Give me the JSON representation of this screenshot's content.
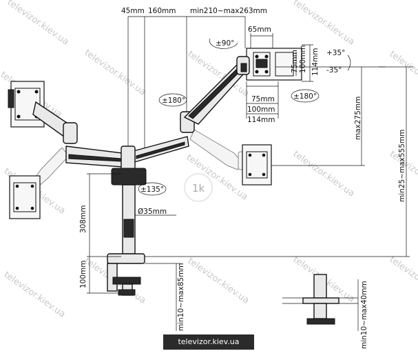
{
  "dimensions": {
    "d45": "45mm",
    "d160": "160mm",
    "dreach": "min210~max263mm",
    "d65": "65mm",
    "d75h": "75mm",
    "d100h": "100mm",
    "d114h": "114mm",
    "d75w": "75mm",
    "d100w": "100mm",
    "d114w": "114mm",
    "dmax275": "max275mm",
    "dheight": "min25~max555mm",
    "d308": "308mm",
    "d35": "Ø35mm",
    "d100pole": "100mm",
    "dclamp85": "min10~max85mm",
    "dgrommet40": "min10~max40mm"
  },
  "angles": {
    "rot90": "±90°",
    "tilt_up": "+35°",
    "tilt_down": "-35°",
    "swivel180_top": "±180°",
    "swivel180_right": "±180°",
    "swivel135": "±135°"
  },
  "watermark": "televizor.kiev.ua",
  "banner": "televizor.kiev.ua"
}
